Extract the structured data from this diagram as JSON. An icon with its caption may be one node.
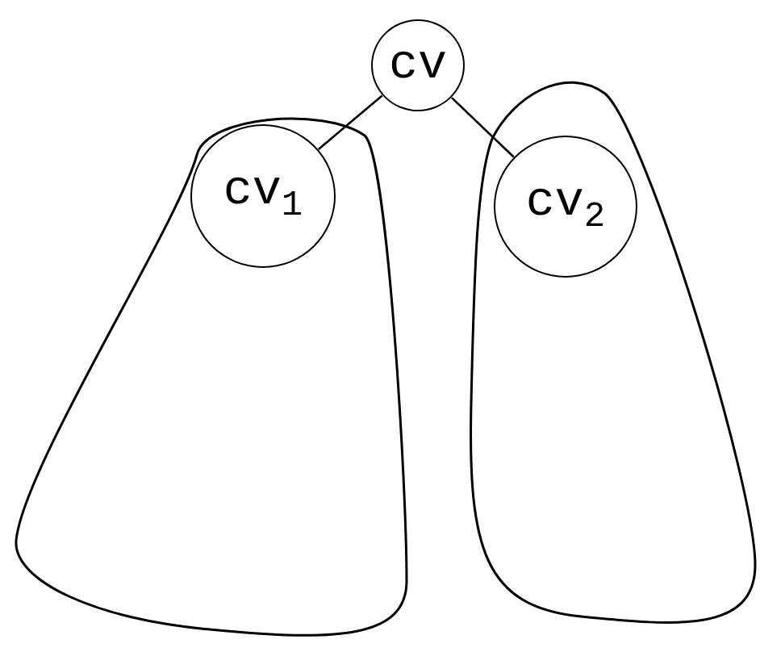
{
  "diagram": {
    "nodes": [
      {
        "text": [
          "cv"
        ]
      },
      {
        "text": [],
        "shape": "blob"
      },
      {
        "text": [
          "cv$_{1}$"
        ],
        "in": 1
      },
      {
        "text": [],
        "shape": "blob"
      },
      {
        "text": [
          "cv$_{2}$"
        ],
        "in": 3
      }
    ],
    "edges": [
      {
        "from": 0,
        "to": 2,
        "arrow": "none"
      },
      {
        "from": 0,
        "to": 4,
        "arrow": "none"
      }
    ]
  }
}
